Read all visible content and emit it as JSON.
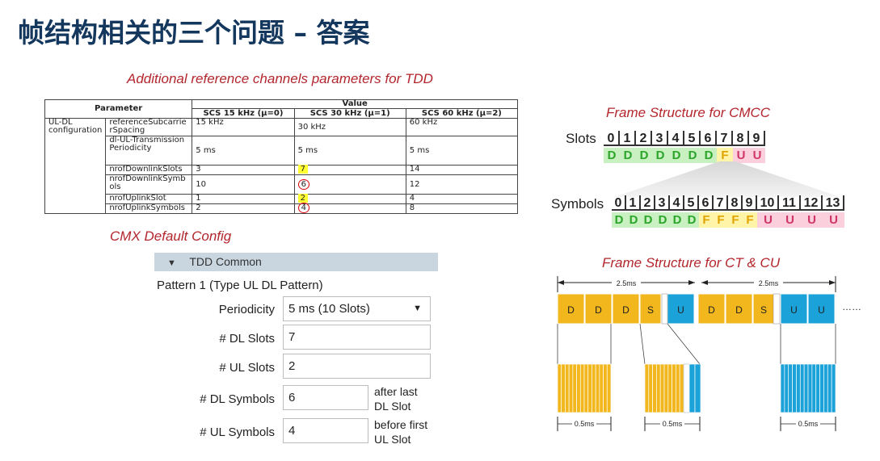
{
  "title": "帧结构相关的三个问题 – 答案",
  "table_caption": "Additional reference channels parameters for TDD",
  "table": {
    "header_parameter": "Parameter",
    "header_value": "Value",
    "scs_headers": [
      "SCS 15 kHz (μ=0)",
      "SCS 30 kHz (μ=1)",
      "SCS 60 kHz (μ=2)"
    ],
    "group_label": "UL-DL configuration",
    "rows": [
      {
        "param": "referenceSubcarrierSpacing",
        "v15": "15 kHz",
        "v30": "30 kHz",
        "v60": "60 kHz"
      },
      {
        "param": "dl-UL-TransmissionPeriodicity",
        "v15": "5 ms",
        "v30": "5 ms",
        "v60": "5 ms"
      },
      {
        "param": "nrofDownlinkSlots",
        "v15": "3",
        "v30": "7",
        "v60": "14"
      },
      {
        "param": "nrofDownlinkSymbols",
        "v15": "10",
        "v30": "6",
        "v60": "12"
      },
      {
        "param": "nrofUplinkSlot",
        "v15": "1",
        "v30": "2",
        "v60": "4"
      },
      {
        "param": "nrofUplinkSymbols",
        "v15": "2",
        "v30": "4",
        "v60": "8"
      }
    ]
  },
  "cmx_caption": "CMX Default Config",
  "config": {
    "section_label": "TDD Common",
    "pattern_label": "Pattern 1 (Type UL DL Pattern)",
    "periodicity_label": "Periodicity",
    "periodicity_value": "5 ms (10 Slots)",
    "dl_slots_label": "# DL Slots",
    "dl_slots_value": "7",
    "ul_slots_label": "# UL Slots",
    "ul_slots_value": "2",
    "dl_symbols_label": "# DL Symbols",
    "dl_symbols_value": "6",
    "dl_symbols_note_1": "after last",
    "dl_symbols_note_2": "DL Slot",
    "ul_symbols_label": "# UL Symbols",
    "ul_symbols_value": "4",
    "ul_symbols_note_1": "before first",
    "ul_symbols_note_2": "UL Slot"
  },
  "cmcc": {
    "caption": "Frame Structure for CMCC",
    "slots_label": "Slots",
    "slot_numbers": [
      "0",
      "1",
      "2",
      "3",
      "4",
      "5",
      "6",
      "7",
      "8",
      "9"
    ],
    "slot_types": [
      "D",
      "D",
      "D",
      "D",
      "D",
      "D",
      "D",
      "F",
      "U",
      "U"
    ],
    "symbols_label": "Symbols",
    "symbol_numbers": [
      "0",
      "1",
      "2",
      "3",
      "4",
      "5",
      "6",
      "7",
      "8",
      "9",
      "10",
      "11",
      "12",
      "13"
    ],
    "symbol_types": [
      "D",
      "D",
      "D",
      "D",
      "D",
      "D",
      "F",
      "F",
      "F",
      "F",
      "U",
      "U",
      "U",
      "U"
    ]
  },
  "ctcu": {
    "caption": "Frame Structure for CT & CU",
    "period_label": "2.5ms",
    "slots": [
      "D",
      "D",
      "D",
      "S",
      "U",
      "D",
      "D",
      "S",
      "U",
      "U"
    ],
    "ellipsis": "……",
    "sub_label": "0.5ms"
  },
  "colors": {
    "title": "#14375e",
    "caption": "#b3262d",
    "dl": "#f2b71c",
    "ul": "#1ba2d8"
  }
}
